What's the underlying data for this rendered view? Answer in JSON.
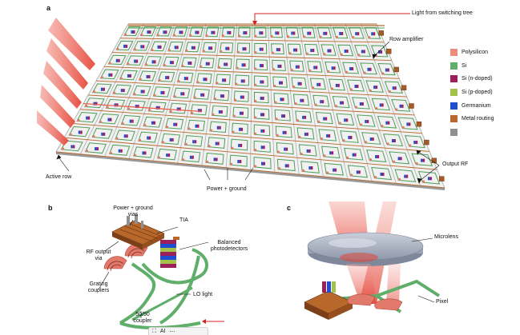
{
  "panels": {
    "a": {
      "letter": "a"
    },
    "b": {
      "letter": "b"
    },
    "c": {
      "letter": "c"
    }
  },
  "labels_a": {
    "light_from_switching_tree": "Light from switching tree",
    "row_amplifier": "Row amplifier",
    "active_row": "Active row",
    "power_ground": "Power + ground",
    "output_rf": "Output RF"
  },
  "labels_b": {
    "power_ground_vias_line1": "Power + ground",
    "power_ground_vias_line2": "vias",
    "tia": "TIA",
    "balanced_pd_line1": "Balanced",
    "balanced_pd_line2": "photodetectors",
    "rf_output_line1": "RF output",
    "rf_output_line2": "via",
    "grating_line1": "Grating",
    "grating_line2": "couplers",
    "lo_light": "LO light",
    "coupler_line1": "50/50",
    "coupler_line2": "coupler"
  },
  "labels_c": {
    "microlens": "Microlens",
    "pixel": "Pixel"
  },
  "legend": [
    {
      "label": "Polysilicon",
      "color": "#f08a7a"
    },
    {
      "label": "Si",
      "color": "#5fae6a"
    },
    {
      "label": "Si (n-doped)",
      "color": "#9c1f5c"
    },
    {
      "label": "Si (p-doped)",
      "color": "#a3c24a"
    },
    {
      "label": "Germanium",
      "color": "#1f4fd0"
    },
    {
      "label": "Metal routing",
      "color": "#b8682b"
    },
    {
      "label": "",
      "color": "#8f8f8f"
    }
  ],
  "viewer_controls": {
    "ai_label": "AI",
    "expand_icon": "expand-icon",
    "more_icon": "more-icon"
  },
  "colors": {
    "waveguide": "#4e9e5a",
    "metal": "#a85a24",
    "beam": "#ee5a4a",
    "lens": "#aeb6c6"
  }
}
